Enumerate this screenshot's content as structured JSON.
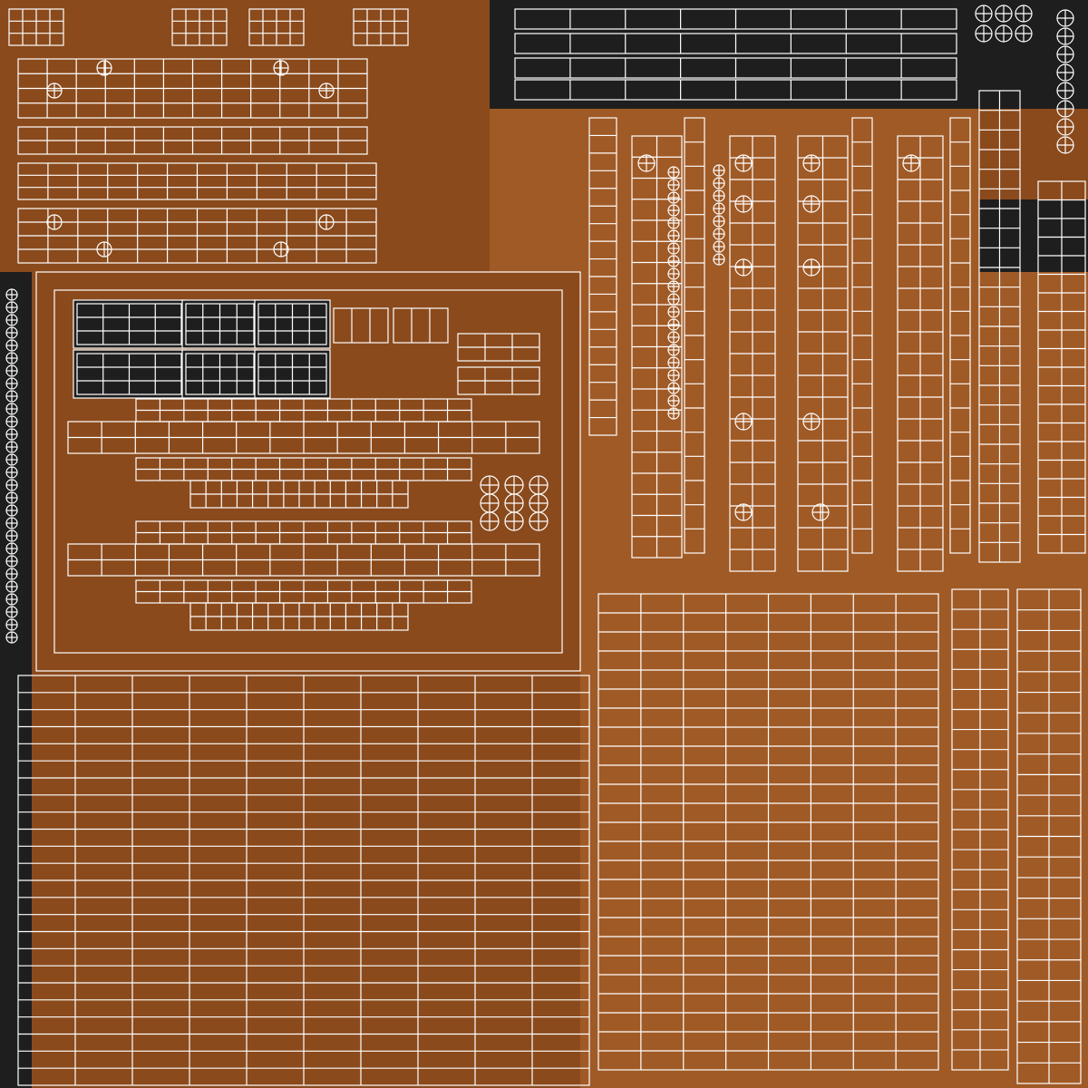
{
  "texture": {
    "wood_color": "#8a4a1c",
    "wood_light": "#a05a26",
    "wood_dark": "#6e3a14",
    "wire_color": "#ffffff",
    "empty_color": "#1e1e1e"
  },
  "icons": [
    "uv-island",
    "wireframe-grid",
    "rivet-circle"
  ]
}
